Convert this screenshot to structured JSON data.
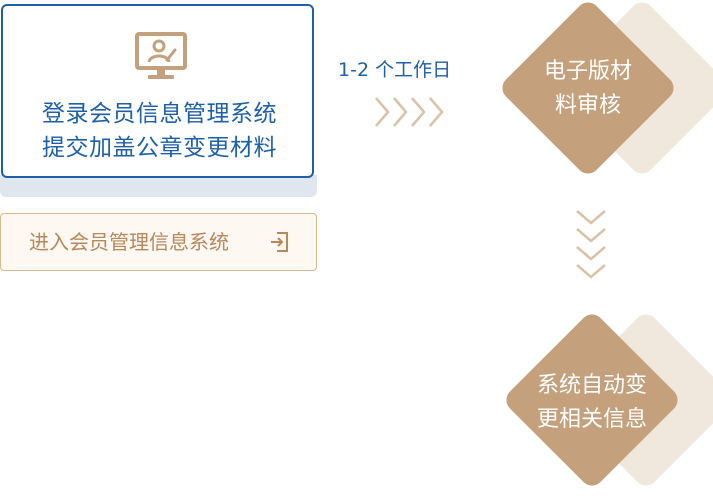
{
  "step1": {
    "icon": "monitor-user-icon",
    "line1": "登录会员信息管理系统",
    "line2": "提交加盖公章变更材料"
  },
  "enter_button": {
    "label": "进入会员管理信息系统",
    "icon": "enter-icon"
  },
  "connector": {
    "duration_label": "1-2 个工作日"
  },
  "step2": {
    "line1": "电子版材",
    "line2": "料审核"
  },
  "step3": {
    "line1": "系统自动变",
    "line2": "更相关信息"
  },
  "colors": {
    "blue": "#1d5fa8",
    "gold": "#c4a07c",
    "gold_light": "#f1e8dd",
    "arrow": "#d9c2a7"
  }
}
